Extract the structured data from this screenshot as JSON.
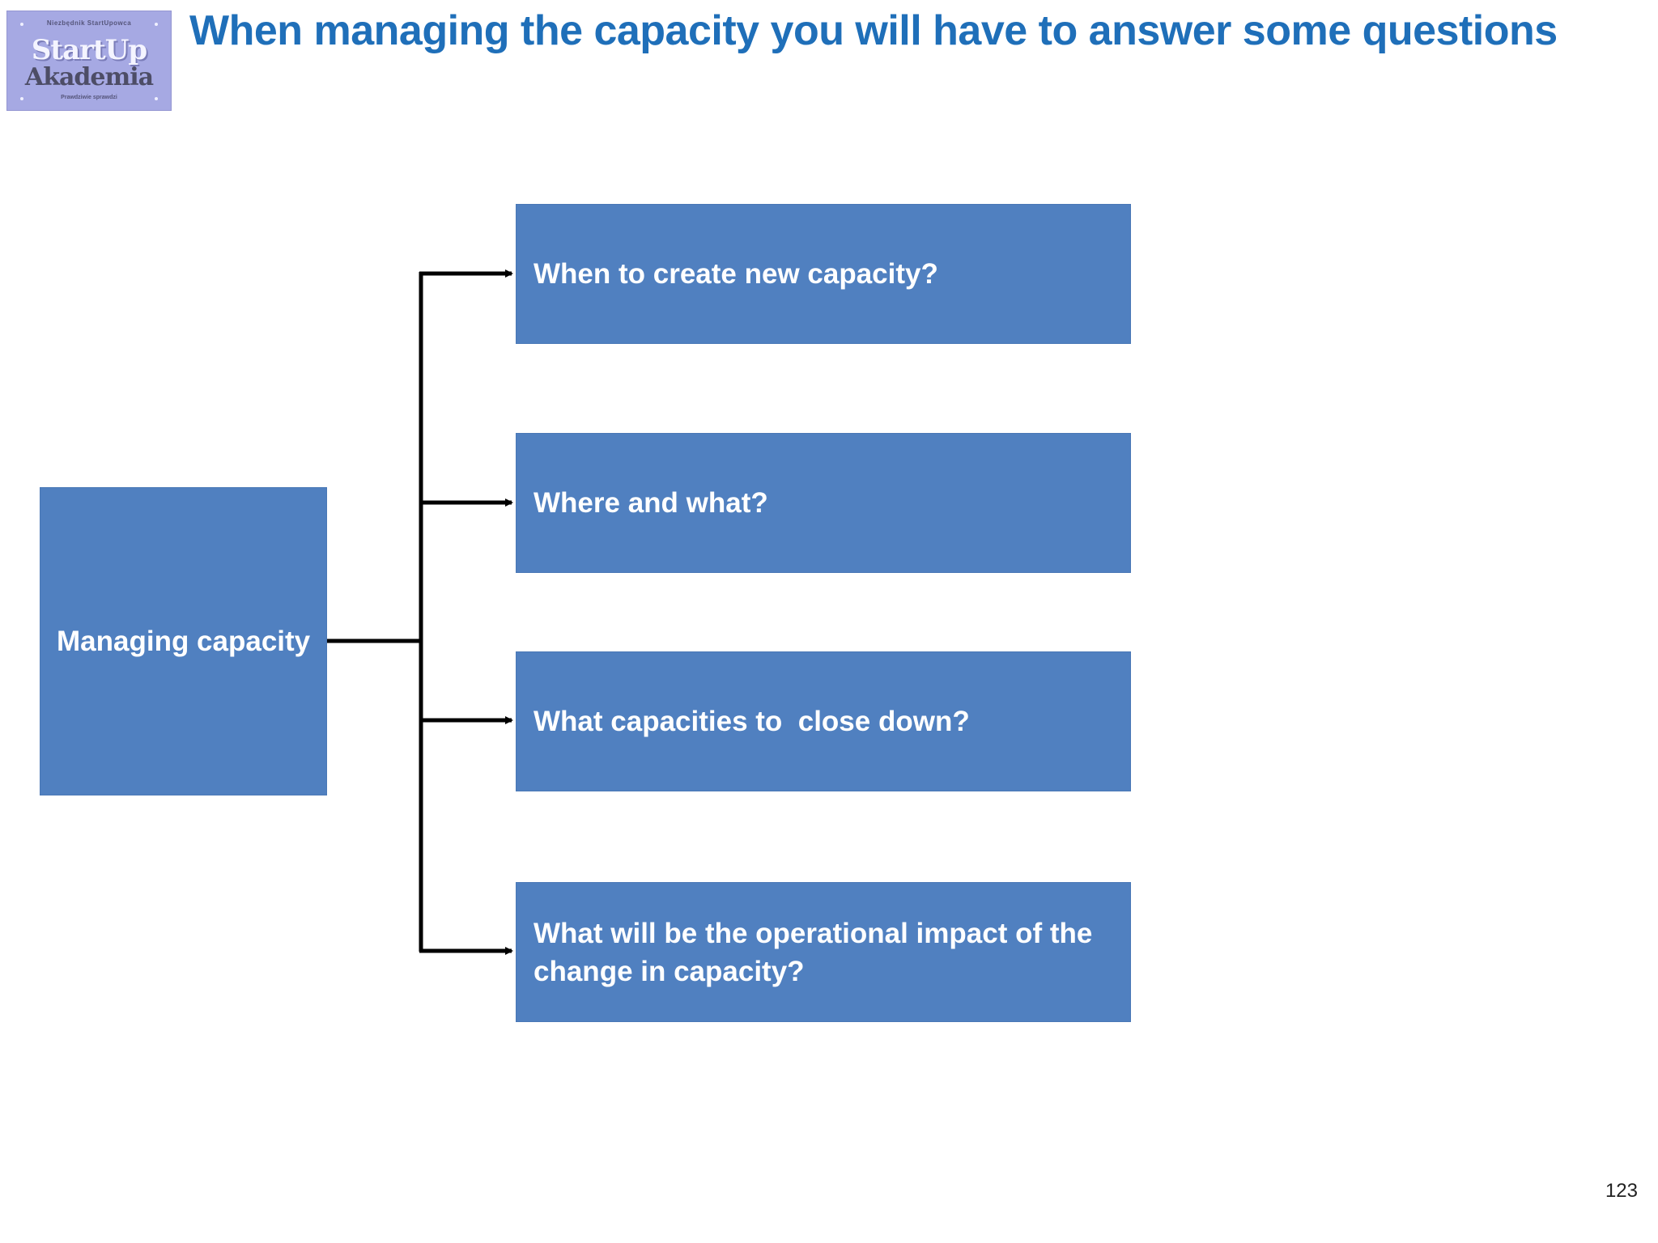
{
  "title": "When managing the capacity you will have to answer some questions",
  "logo": {
    "top_text": "Niezbędnik StartUpowca",
    "line1": "StartUp",
    "line2": "Akademia",
    "bottom_text": "Prawdziwie sprawdzi"
  },
  "diagram": {
    "root": "Managing capacity",
    "questions": [
      "When to create new capacity?",
      "Where and what?",
      "What capacities to  close down?",
      "What will be the operational impact of the change in capacity?"
    ]
  },
  "colors": {
    "title": "#1f6fb9",
    "box_fill": "#5080c0",
    "box_text": "#ffffff",
    "connector": "#000000",
    "logo_bg": "#a6a9e3"
  },
  "page_number": "123"
}
